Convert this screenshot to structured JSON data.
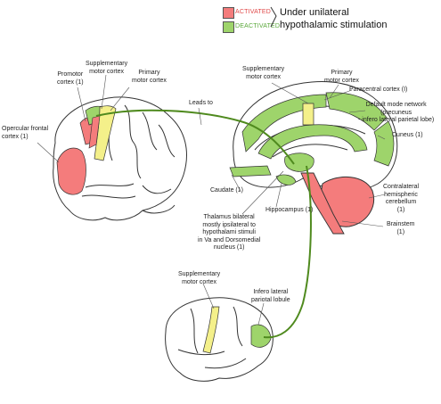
{
  "legend": {
    "activated_label": "ACTIVATED",
    "deactivated_label": "DEACTIVATED",
    "activated_color": "#f47c7c",
    "deactivated_color": "#9ed46b",
    "title_line1": "Under unilateral",
    "title_line2": "hypothalamic stimulation"
  },
  "colors": {
    "connector": "#4f8a1e",
    "supplementary": "#f4f08a",
    "outline": "#333333"
  },
  "labels": {
    "sma_top": "Supplementary\nmotor cortex",
    "promotor": "Promotor\ncortex (1)",
    "primary_motor_left": "Primary\nmotor cortex",
    "opercular": "Opercular frontal\ncortex (1)",
    "leads_to": "Leads to",
    "sma_right": "Supplementary\nmotor cortex",
    "primary_motor_right": "Primary\nmotor cortex",
    "paracentral": "Paracentral cortex (I)",
    "default_mode": "Default mode network\n(precuneus\n- infero lateral parietal lobe)",
    "cuneus": "Cuneus (1)",
    "contralateral": "Contralateral\nhemispheric\ncerebellum\n(1)",
    "brainstem": "Brainstem\n(1)",
    "caudate": "Caudate (1)",
    "hippocampus": "Hippocampus (1)",
    "thalamus": "Thalamus bilateral\nmostly ipsilateral to\nhypothalami stimuli\nin Va and Dorsomedial\nnucleus (1)",
    "sma_bottom": "Supplementary\nmotor cortex",
    "infero_lateral": "Infero lateral\npariotal lobule"
  }
}
